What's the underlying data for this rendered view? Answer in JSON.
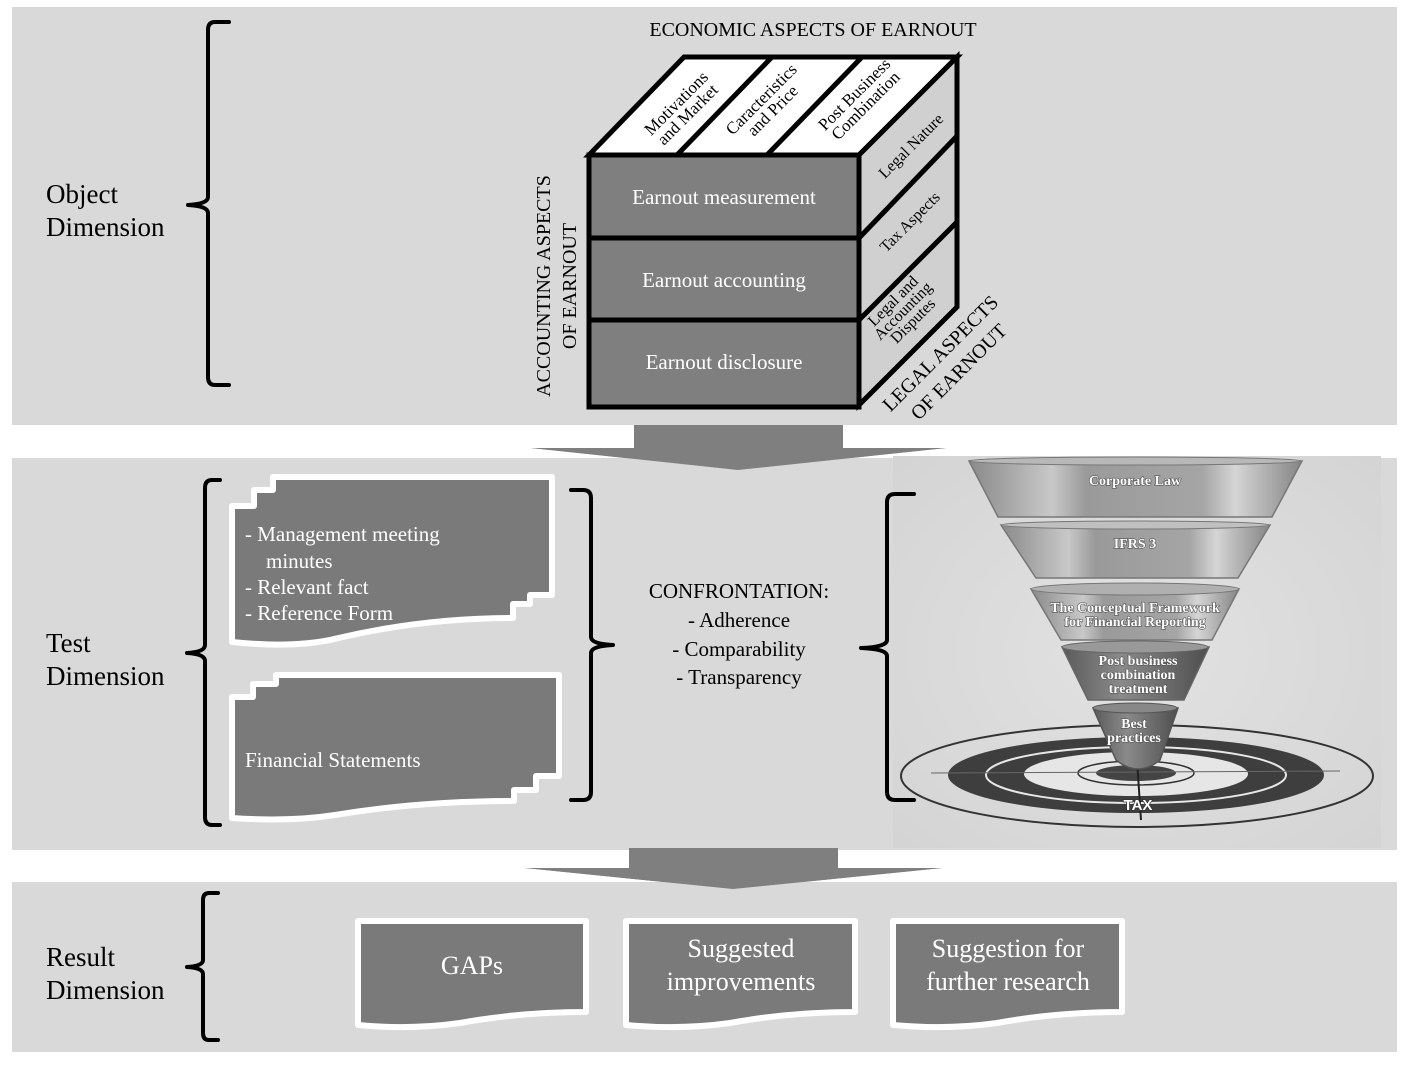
{
  "colors": {
    "panel_bg": "#d9d9d9",
    "page_bg": "#ffffff",
    "box_fill": "#7a7a7a",
    "cube_front": "#7f7f7f",
    "cube_top": "#ffffff",
    "cube_side": "#d0d0d0",
    "arrow": "#7f7f7f",
    "text": "#000000",
    "box_text": "#ffffff"
  },
  "object_dimension": {
    "label_line1": "Object",
    "label_line2": "Dimension",
    "cube": {
      "top_title": "ECONOMIC ASPECTS OF EARNOUT",
      "left_title_line1": "ACCOUNTING ASPECTS",
      "left_title_line2": "OF EARNOUT",
      "right_title_line1": "LEGAL ASPECTS",
      "right_title_line2": "OF EARNOUT",
      "front_rows": [
        {
          "label": "Earnout measurement"
        },
        {
          "label": "Earnout accounting"
        },
        {
          "label": "Earnout disclosure"
        }
      ],
      "top_columns": [
        {
          "line1": "Motivations",
          "line2": "and Market"
        },
        {
          "line1": "Caracteristics",
          "line2": "and Price"
        },
        {
          "line1": "Post Business",
          "line2": "Combination"
        }
      ],
      "side_rows": [
        {
          "line1": "Legal Nature",
          "line2": "",
          "line3": ""
        },
        {
          "line1": "Tax Aspects",
          "line2": "",
          "line3": ""
        },
        {
          "line1": "Legal and",
          "line2": "Accounting",
          "line3": "Disputes"
        }
      ]
    }
  },
  "test_dimension": {
    "label_line1": "Test",
    "label_line2": "Dimension",
    "sources": [
      {
        "lines": [
          "- Management meeting",
          "minutes",
          "- Relevant fact",
          "- Reference Form"
        ]
      },
      {
        "lines": [
          "Financial Statements"
        ]
      }
    ],
    "confrontation": {
      "title": "CONFRONTATION:",
      "items": [
        "- Adherence",
        "- Comparability",
        "- Transparency"
      ]
    },
    "funnel": {
      "layers": [
        {
          "lines": [
            "Corporate Law"
          ]
        },
        {
          "lines": [
            "IFRS 3"
          ]
        },
        {
          "lines": [
            "The Conceptual Framework",
            "for Financial Reporting"
          ]
        },
        {
          "lines": [
            "Post business",
            "combination",
            "treatment"
          ]
        },
        {
          "lines": [
            "Best",
            "practices"
          ]
        }
      ],
      "target_label": "TAX"
    }
  },
  "result_dimension": {
    "label_line1": "Result",
    "label_line2": "Dimension",
    "outputs": [
      {
        "lines": [
          "GAPs"
        ]
      },
      {
        "lines": [
          "Suggested",
          "improvements"
        ]
      },
      {
        "lines": [
          "Suggestion for",
          "further research"
        ]
      }
    ]
  }
}
